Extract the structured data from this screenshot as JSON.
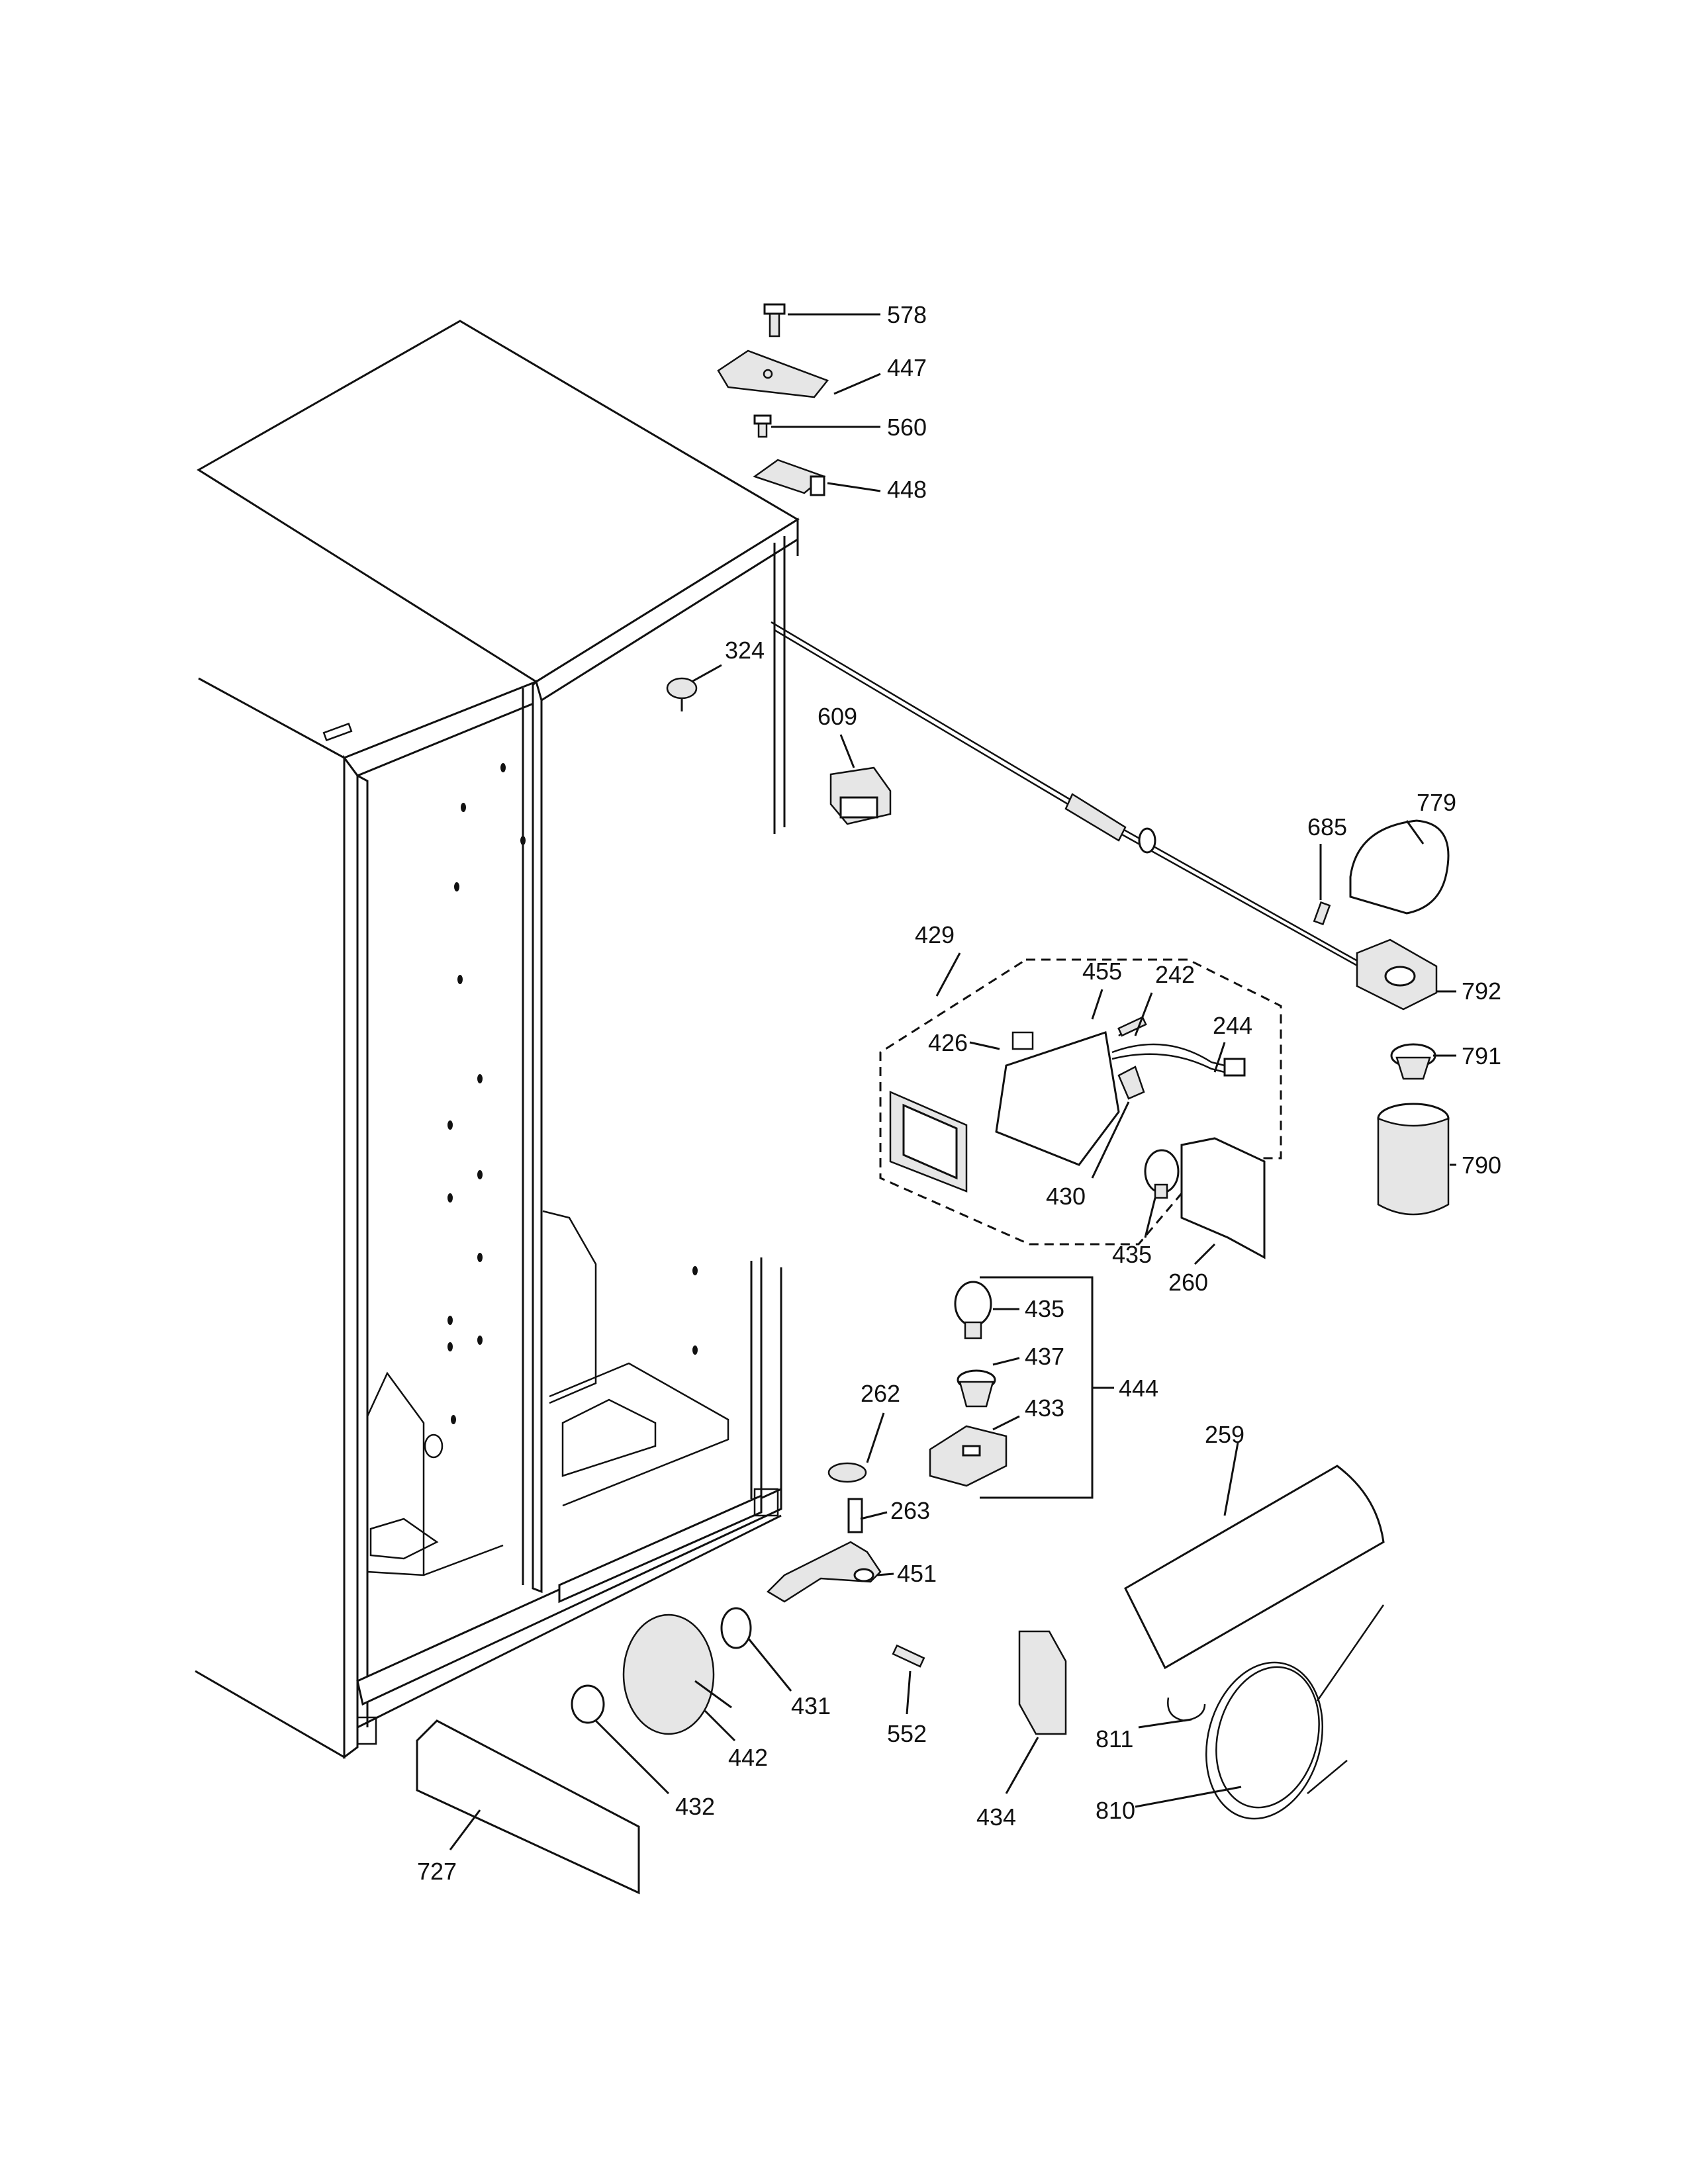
{
  "callouts": {
    "p578": "578",
    "p447": "447",
    "p560": "560",
    "p448": "448",
    "p324": "324",
    "p609": "609",
    "p685": "685",
    "p779": "779",
    "p792": "792",
    "p429": "429",
    "p455": "455",
    "p242": "242",
    "p244": "244",
    "p426": "426",
    "p791": "791",
    "p790": "790",
    "p430": "430",
    "p435a": "435",
    "p260": "260",
    "p435b": "435",
    "p437": "437",
    "p433": "433",
    "p444": "444",
    "p262": "262",
    "p263": "263",
    "p259": "259",
    "p451": "451",
    "p431": "431",
    "p552": "552",
    "p442": "442",
    "p432": "432",
    "p434": "434",
    "p811": "811",
    "p810": "810",
    "p727": "727"
  }
}
